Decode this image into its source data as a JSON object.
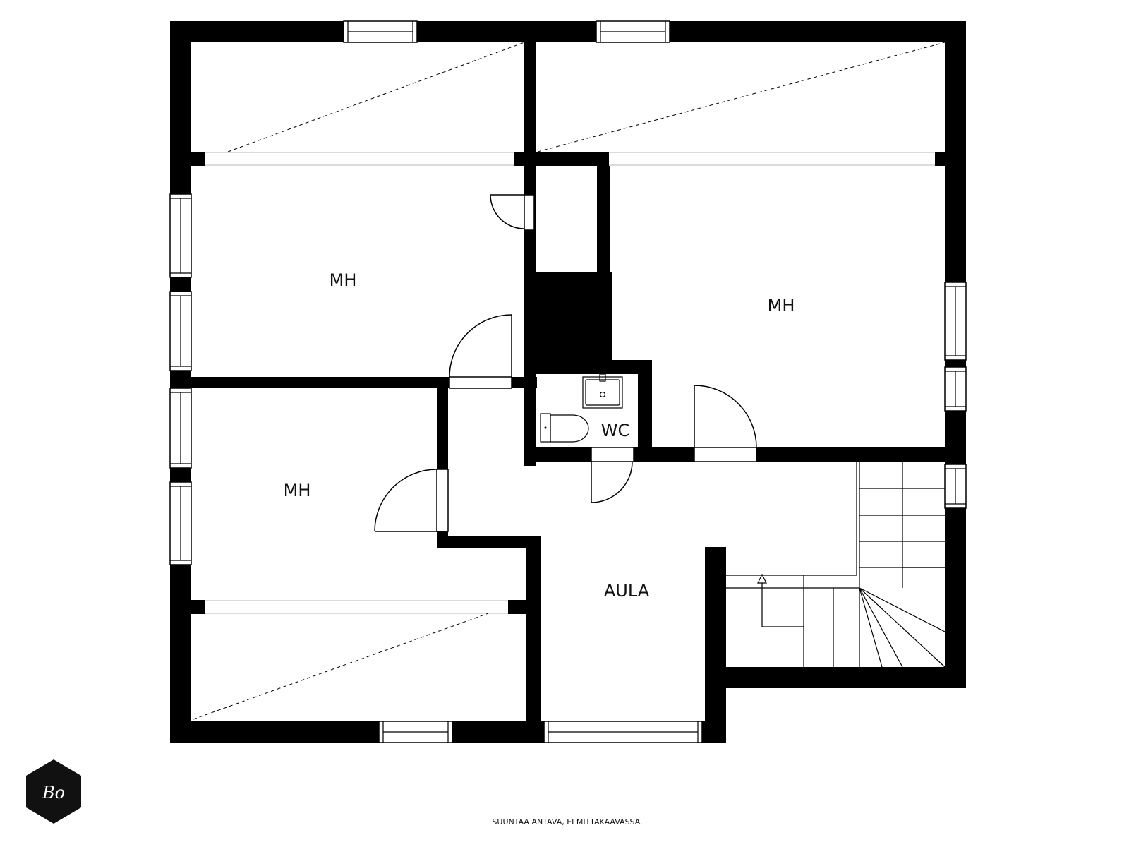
{
  "rooms": {
    "bedroom_top_left": "MH",
    "bedroom_right": "MH",
    "bedroom_bottom_left": "MH",
    "wc": "WC",
    "hall": "AULA"
  },
  "note": "SUUNTAA ANTAVA, EI MITTAKAAVASSA.",
  "logo": "Bo",
  "colors": {
    "wall": "#000000",
    "background": "#ffffff"
  },
  "icons": [
    "logo-hexagon-icon",
    "sink-icon",
    "toilet-icon",
    "stairs-arrow-icon"
  ]
}
